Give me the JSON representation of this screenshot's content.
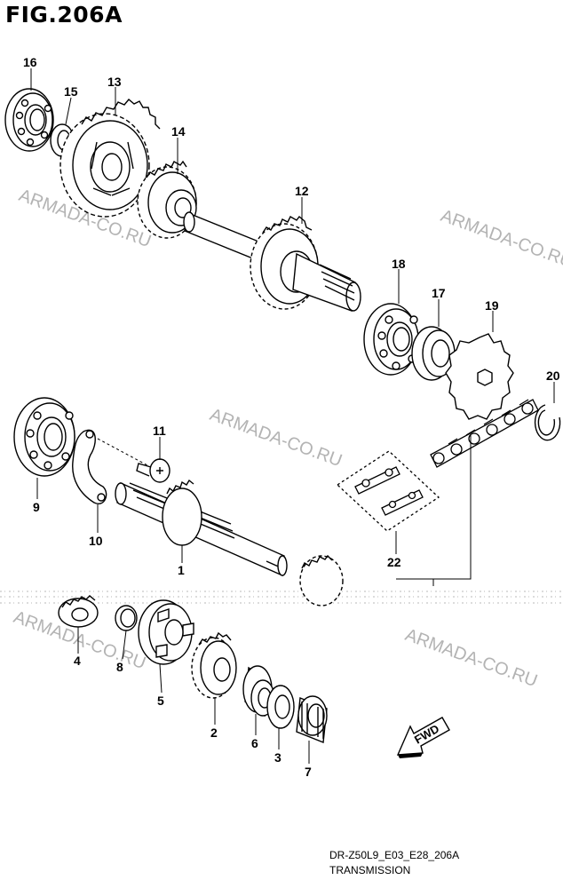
{
  "figure": {
    "title": "FIG.206A",
    "code": "DR-Z50L9_E03_E28_206A",
    "subtitle": "TRANSMISSION"
  },
  "watermark": "ARMADA-CO.RU",
  "fwd": "FWD",
  "callouts": [
    "1",
    "2",
    "3",
    "4",
    "5",
    "6",
    "7",
    "8",
    "9",
    "10",
    "11",
    "12",
    "13",
    "14",
    "15",
    "16",
    "17",
    "18",
    "19",
    "20",
    "22"
  ]
}
